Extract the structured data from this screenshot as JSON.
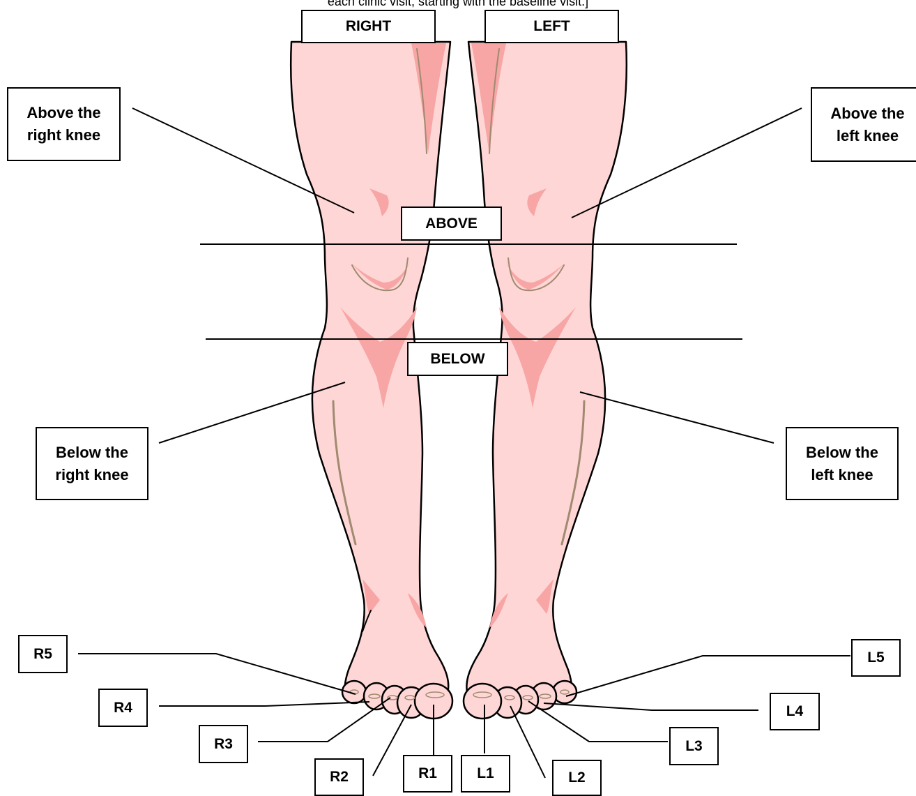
{
  "caption": "each clinic visit, starting with the baseline visit.]",
  "headers": {
    "right": "RIGHT",
    "left": "LEFT"
  },
  "zones": {
    "above": "ABOVE",
    "below": "BELOW"
  },
  "regions": {
    "above_right_knee": "Above the right knee",
    "above_left_knee": "Above the left knee",
    "below_right_knee": "Below the right knee",
    "below_left_knee": "Below the left knee"
  },
  "toes": {
    "right": [
      "R1",
      "R2",
      "R3",
      "R4",
      "R5"
    ],
    "left": [
      "L1",
      "L2",
      "L3",
      "L4",
      "L5"
    ]
  },
  "colors": {
    "skin": "#ffd6d6",
    "shadow": "#f7a5a5",
    "outline": "#000000",
    "vein": "#a08a70"
  }
}
